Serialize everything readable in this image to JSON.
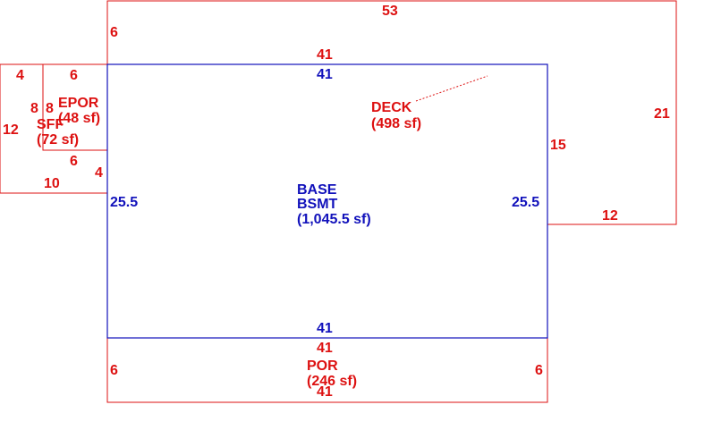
{
  "colors": {
    "red": "#dd1111",
    "blue": "#1111bb"
  },
  "areas": {
    "base": {
      "name1": "BASE",
      "name2": "BSMT",
      "area": "(1,045.5 sf)"
    },
    "deck": {
      "name": "DECK",
      "area": "(498 sf)"
    },
    "por": {
      "name": "POR",
      "area": "(246 sf)"
    },
    "epor": {
      "name": "EPOR",
      "area": "(48 sf)"
    },
    "sff": {
      "name": "SFF",
      "area": "(72 sf)"
    }
  },
  "dims": {
    "base_top": "41",
    "base_bottom": "41",
    "base_left": "25.5",
    "base_right": "25.5",
    "deck_top": "53",
    "deck_right": "21",
    "deck_bottom": "12",
    "deck_step": "15",
    "deck_left": "6",
    "deck_inner": "41",
    "por_top": "41",
    "por_bottom": "41",
    "por_left": "6",
    "por_right": "6",
    "epor_top": "6",
    "epor_bottom": "6",
    "epor_left": "8",
    "epor_right": "8",
    "sff_top": "4",
    "sff_bottom": "10",
    "sff_left": "12",
    "sff_right": "4"
  }
}
